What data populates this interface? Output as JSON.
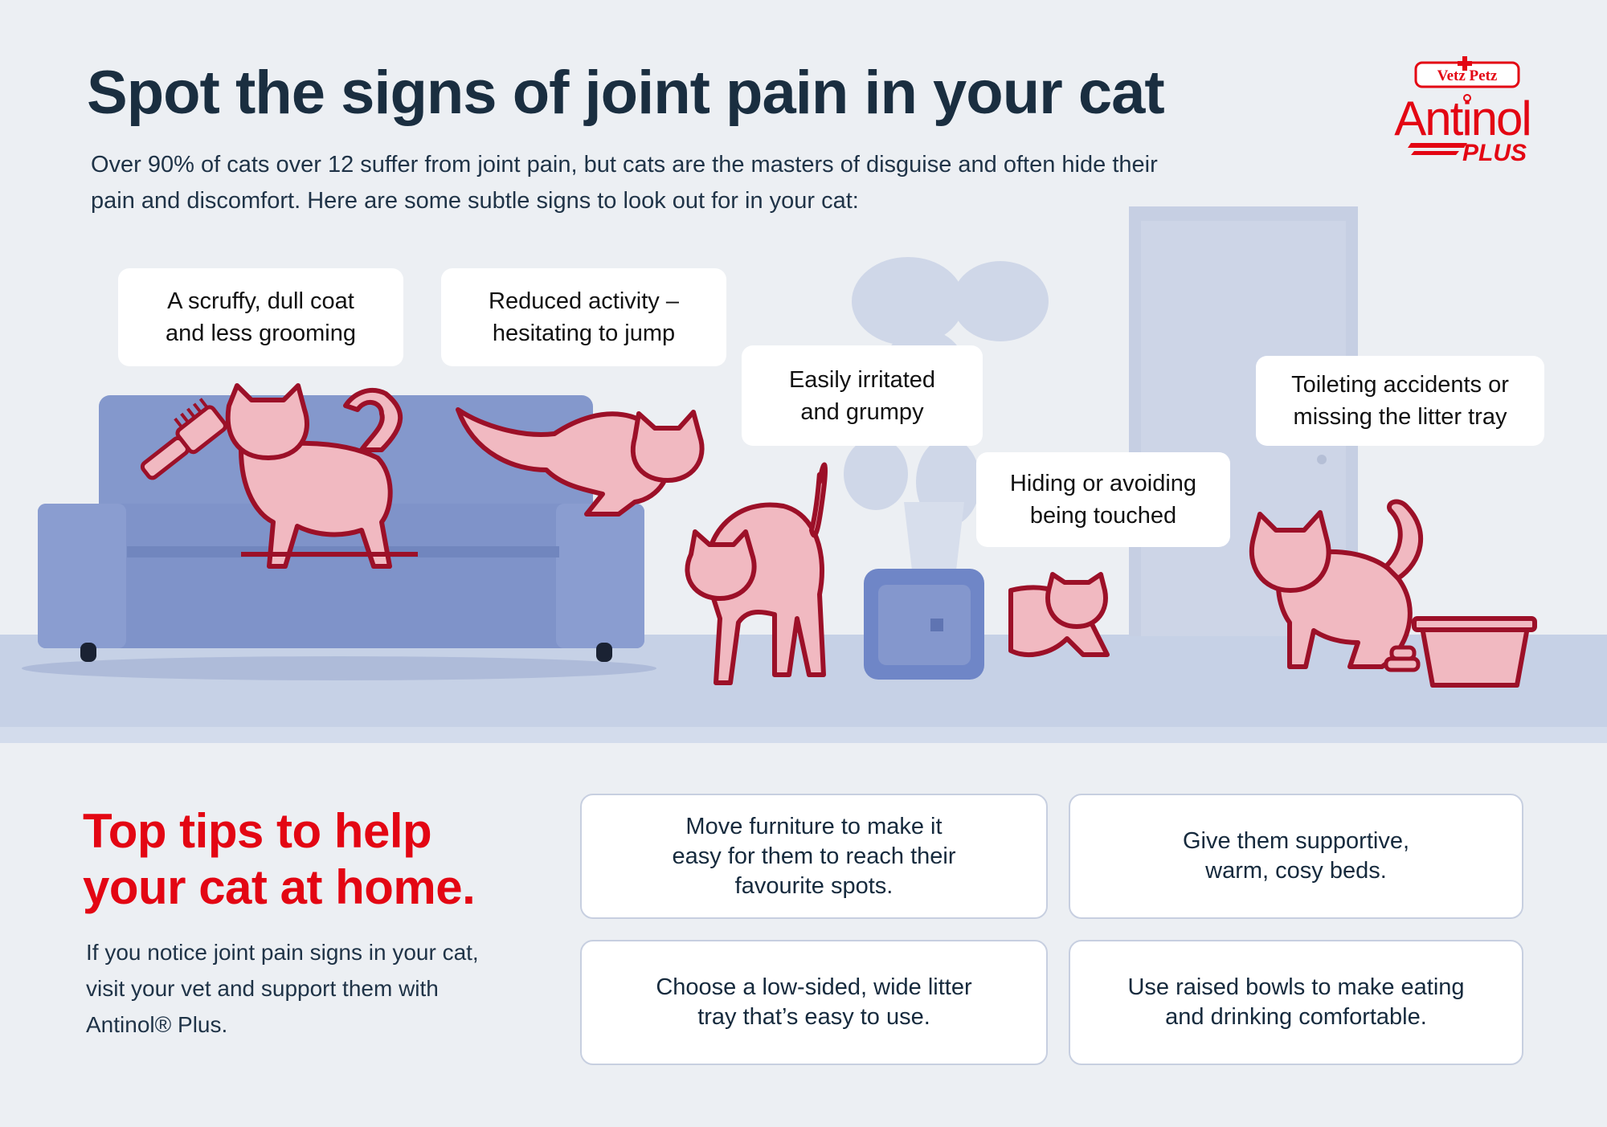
{
  "header": {
    "title": "Spot the signs of joint pain in your cat",
    "intro": "Over 90% of cats over 12 suffer from joint pain, but cats are the masters of disguise and often hide their pain and discomfort. Here are some subtle signs to look out for in your cat:"
  },
  "logo": {
    "badge": "Vetz Petz",
    "brand": "Antinol",
    "sub": "PLUS",
    "brand_color": "#e30613"
  },
  "signs": [
    {
      "line1": "A scruffy, dull coat",
      "line2": "and less grooming"
    },
    {
      "line1": "Reduced activity –",
      "line2": "hesitating to jump"
    },
    {
      "line1": "Easily irritated",
      "line2": "and grumpy"
    },
    {
      "line1": "Hiding or avoiding",
      "line2": "being touched"
    },
    {
      "line1": "Toileting accidents or",
      "line2": "missing the litter tray"
    }
  ],
  "tips": {
    "title_line1": "Top tips to help",
    "title_line2": "your cat at home.",
    "text": "If you notice joint pain signs in your cat, visit your vet and support them with Antinol® Plus.",
    "cards": [
      {
        "lines": [
          "Move furniture to make it",
          "easy for them to reach their",
          "favourite spots."
        ]
      },
      {
        "lines": [
          "Give them supportive,",
          "warm, cosy beds."
        ]
      },
      {
        "lines": [
          "Choose a low-sided, wide litter",
          "tray that’s easy to use."
        ]
      },
      {
        "lines": [
          "Use raised bowls to make eating",
          "and drinking comfortable."
        ]
      }
    ]
  },
  "colors": {
    "cat_fill": "#f1b9c1",
    "cat_outline": "#9c1028",
    "sofa": "#7f93c9",
    "floor": "#c6d1e6",
    "accent": "#e30613"
  },
  "icons": [
    "brush-icon",
    "cat-icon",
    "sofa-icon",
    "plant-icon",
    "door-icon",
    "box-icon",
    "litter-tray-icon"
  ]
}
